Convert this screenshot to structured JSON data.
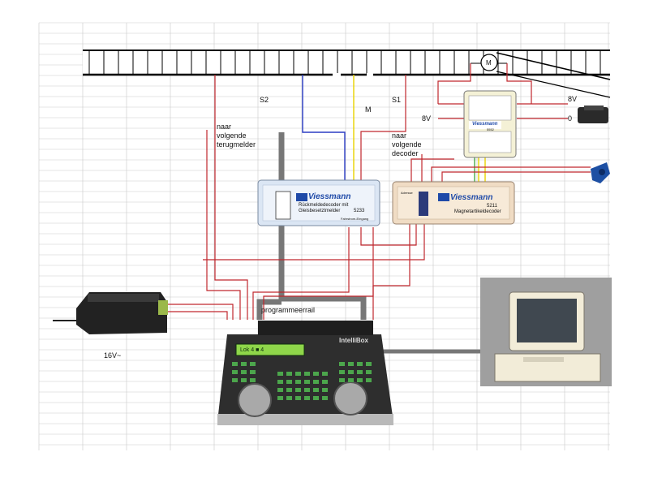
{
  "labels": {
    "s2": "S2",
    "m": "M",
    "s1": "S1",
    "naar_terugmelder": "naar\nvolgende\nterugmelder",
    "naar_decoder": "naar\nvolgende\ndecoder",
    "v8_left": "8V",
    "v8_right": "8V",
    "zero": "0",
    "programmeerrail": "programmeerrail",
    "v16": "16V~",
    "motor": "M"
  },
  "devices": {
    "feedback_decoder": {
      "brand": "Viessmann",
      "line1": "Rückmeldedecoder mit",
      "line2": "Gleisbesetztmelder",
      "model": "5233",
      "footer": "Fahrstrom-Eingang"
    },
    "accessory_decoder": {
      "brand": "Viessmann",
      "model": "5211",
      "line1": "Magnetartikeldecoder",
      "side": "Adresse"
    },
    "switch_drive": {
      "brand": "Viessmann",
      "model": "5552"
    },
    "central_unit": {
      "brand": "IntelliBox",
      "display": "Lok 4 ■ 4"
    }
  },
  "colors": {
    "red_wire": "#c0272d",
    "blue_wire": "#2a3cc4",
    "yellow_wire": "#e8d200",
    "gray_bus": "#777777",
    "grid_line": "#c9c9c9"
  }
}
